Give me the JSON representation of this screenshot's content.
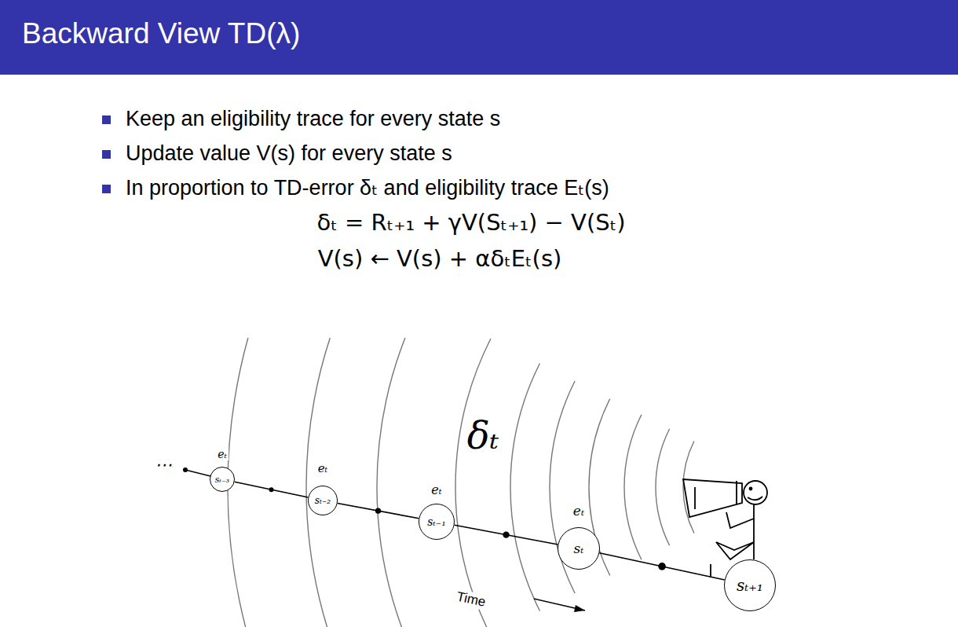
{
  "diagram": {
    "title": "Backward View TD(λ)",
    "nodes": [
      {
        "text": [
          "sₜ₋₃"
        ]
      },
      {
        "text": [
          "sₜ₋₂"
        ]
      },
      {
        "text": [
          "sₜ₋₁"
        ]
      },
      {
        "text": [
          "sₜ"
        ]
      },
      {
        "text": [
          "sₜ₊₁"
        ]
      }
    ],
    "edges": [
      {
        "from": 0,
        "to": 1,
        "arrow": "none"
      },
      {
        "from": 1,
        "to": 2,
        "arrow": "none"
      },
      {
        "from": 2,
        "to": 3,
        "arrow": "none"
      },
      {
        "from": 3,
        "to": 4,
        "arrow": "none"
      }
    ],
    "labels": [
      "Keep an eligibility trace for every state s",
      "Update value V(s) for every state s",
      "In proportion to TD-error δₜ and eligibility trace Eₜ(s)",
      "δₜ = Rₜ₊₁ + γV(Sₜ₊₁) − V(Sₜ)",
      "V(s) ← V(s) + αδₜEₜ(s)",
      "⋯",
      "eₜ",
      "eₜ",
      "eₜ",
      "eₜ",
      "δₜ",
      "Time"
    ]
  }
}
